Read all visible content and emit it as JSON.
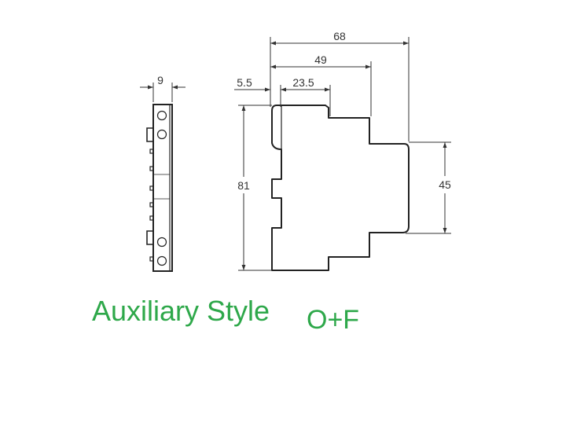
{
  "dimensions": {
    "side_width": "9",
    "total_depth": "68",
    "depth_49": "49",
    "offset_5_5": "5.5",
    "depth_23_5": "23.5",
    "height_81": "81",
    "height_45": "45"
  },
  "caption": {
    "main": "Auxiliary Style",
    "suffix": "O+F"
  },
  "colors": {
    "caption": "#2ea84a",
    "line": "#222222"
  }
}
